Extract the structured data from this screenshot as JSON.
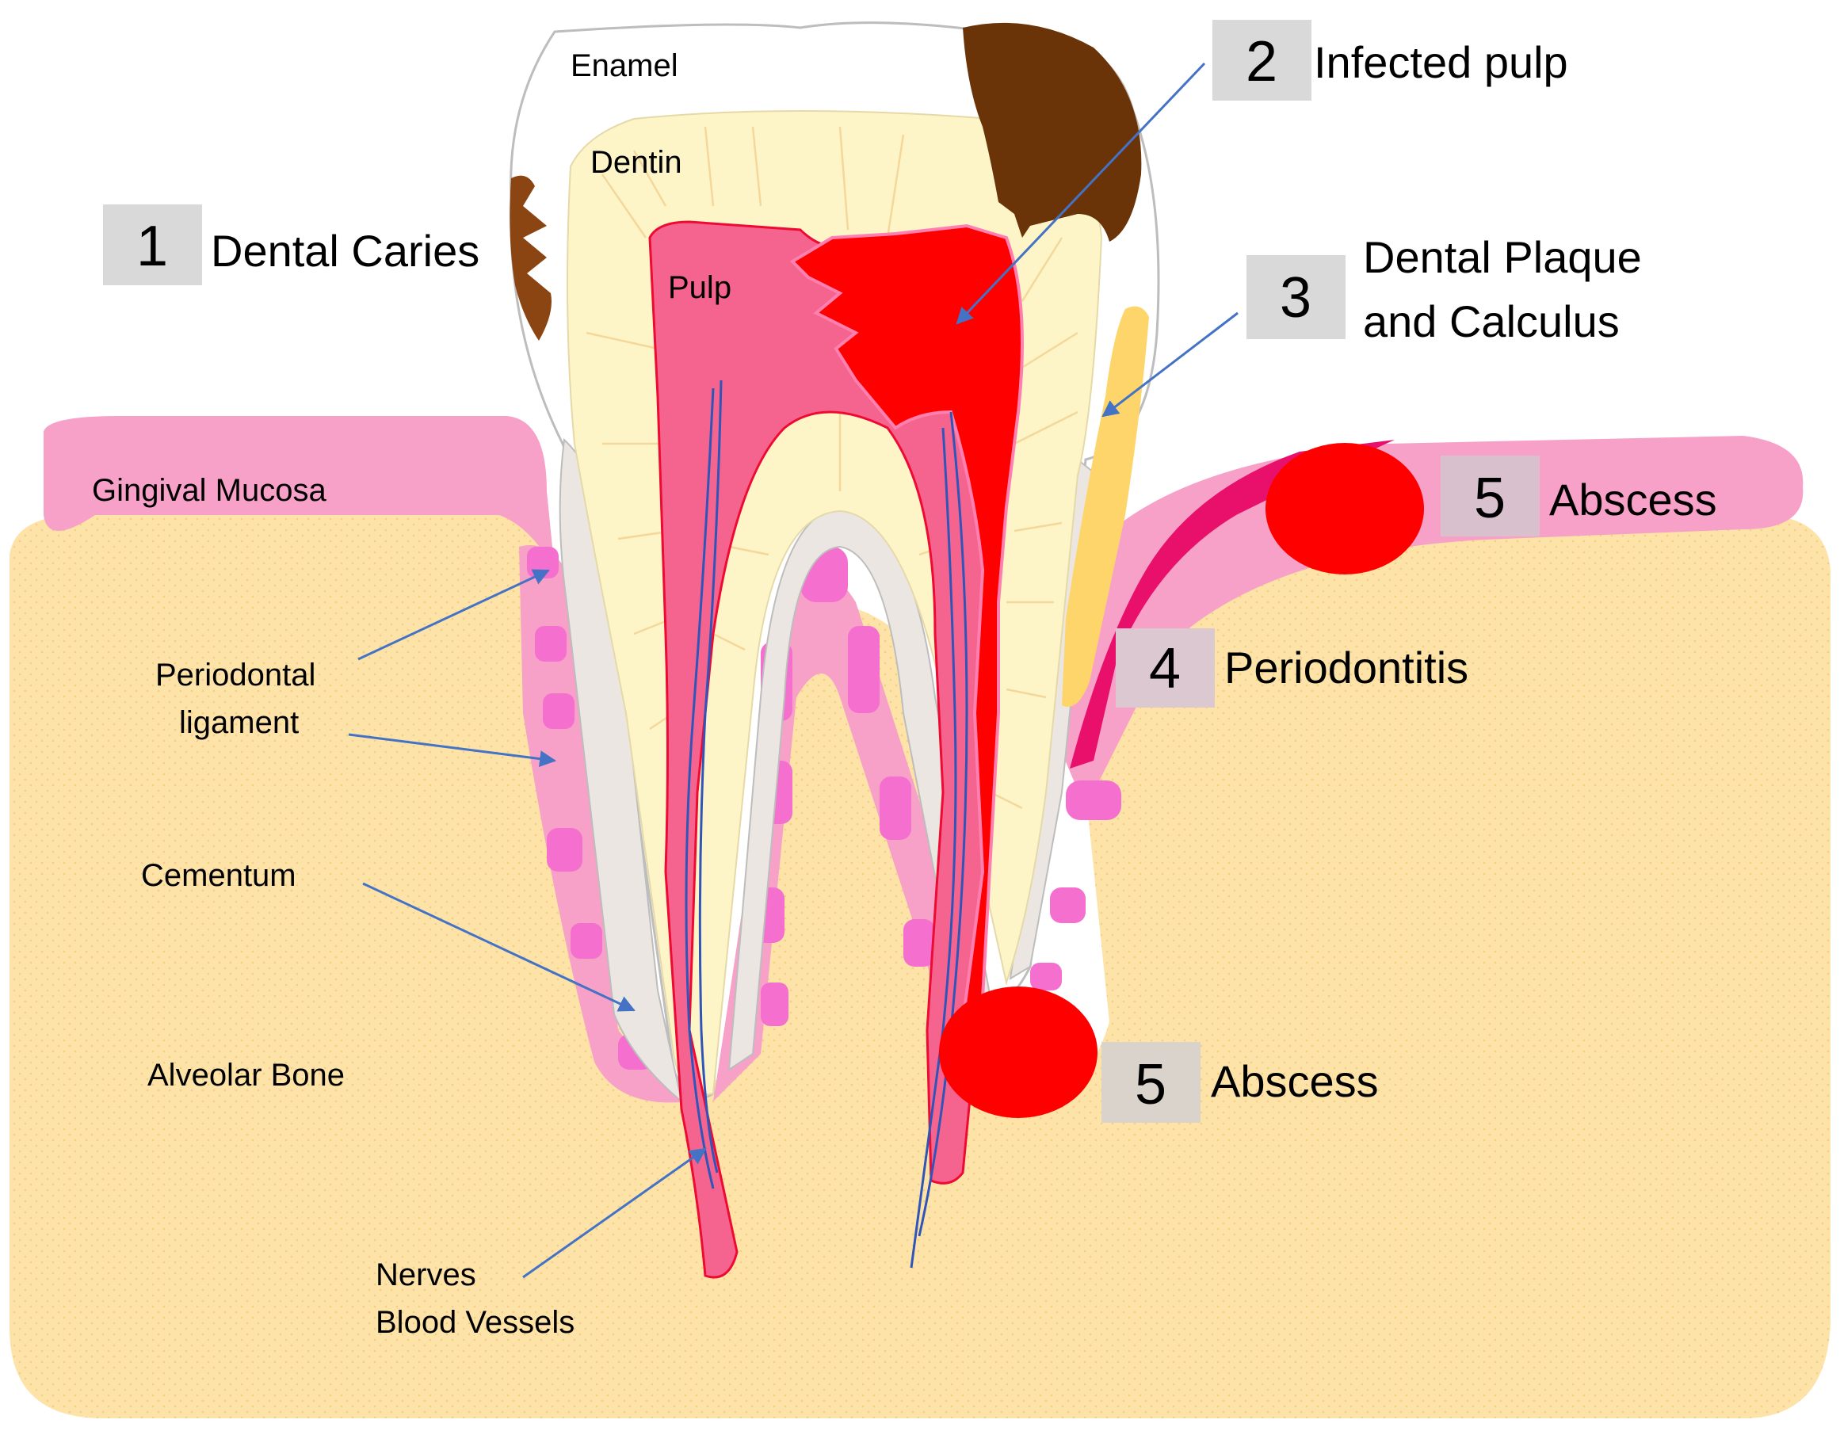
{
  "colors": {
    "bone": "#fde3a7",
    "gingiva": "#f7a0c8",
    "enamel": "#ffffff",
    "dentin": "#fdf5c8",
    "pulp": "#f5648f",
    "infected": "#ff0000",
    "caries": "#6a3308",
    "plaque": "#fdd56b",
    "periodontitis": "#e8106a",
    "vessels": "#2f55b8",
    "arrow": "#4472c4",
    "badge": "#d9d9d9"
  },
  "labels": {
    "enamel": "Enamel",
    "dentin": "Dentin",
    "pulp": "Pulp",
    "gingival_mucosa": "Gingival Mucosa",
    "periodontal_ligament": [
      "Periodontal",
      "ligament"
    ],
    "cementum": "Cementum",
    "alveolar_bone": "Alveolar Bone",
    "nerves_vessels": [
      "Nerves",
      "Blood Vessels"
    ]
  },
  "conditions": [
    {
      "number": "1",
      "lines": [
        "Dental Caries"
      ]
    },
    {
      "number": "2",
      "lines": [
        "Infected pulp"
      ]
    },
    {
      "number": "3",
      "lines": [
        "Dental Plaque",
        "and Calculus"
      ]
    },
    {
      "number": "4",
      "lines": [
        "Periodontitis"
      ]
    },
    {
      "number": "5",
      "lines": [
        "Abscess"
      ]
    },
    {
      "number": "5",
      "lines": [
        "Abscess"
      ]
    }
  ]
}
